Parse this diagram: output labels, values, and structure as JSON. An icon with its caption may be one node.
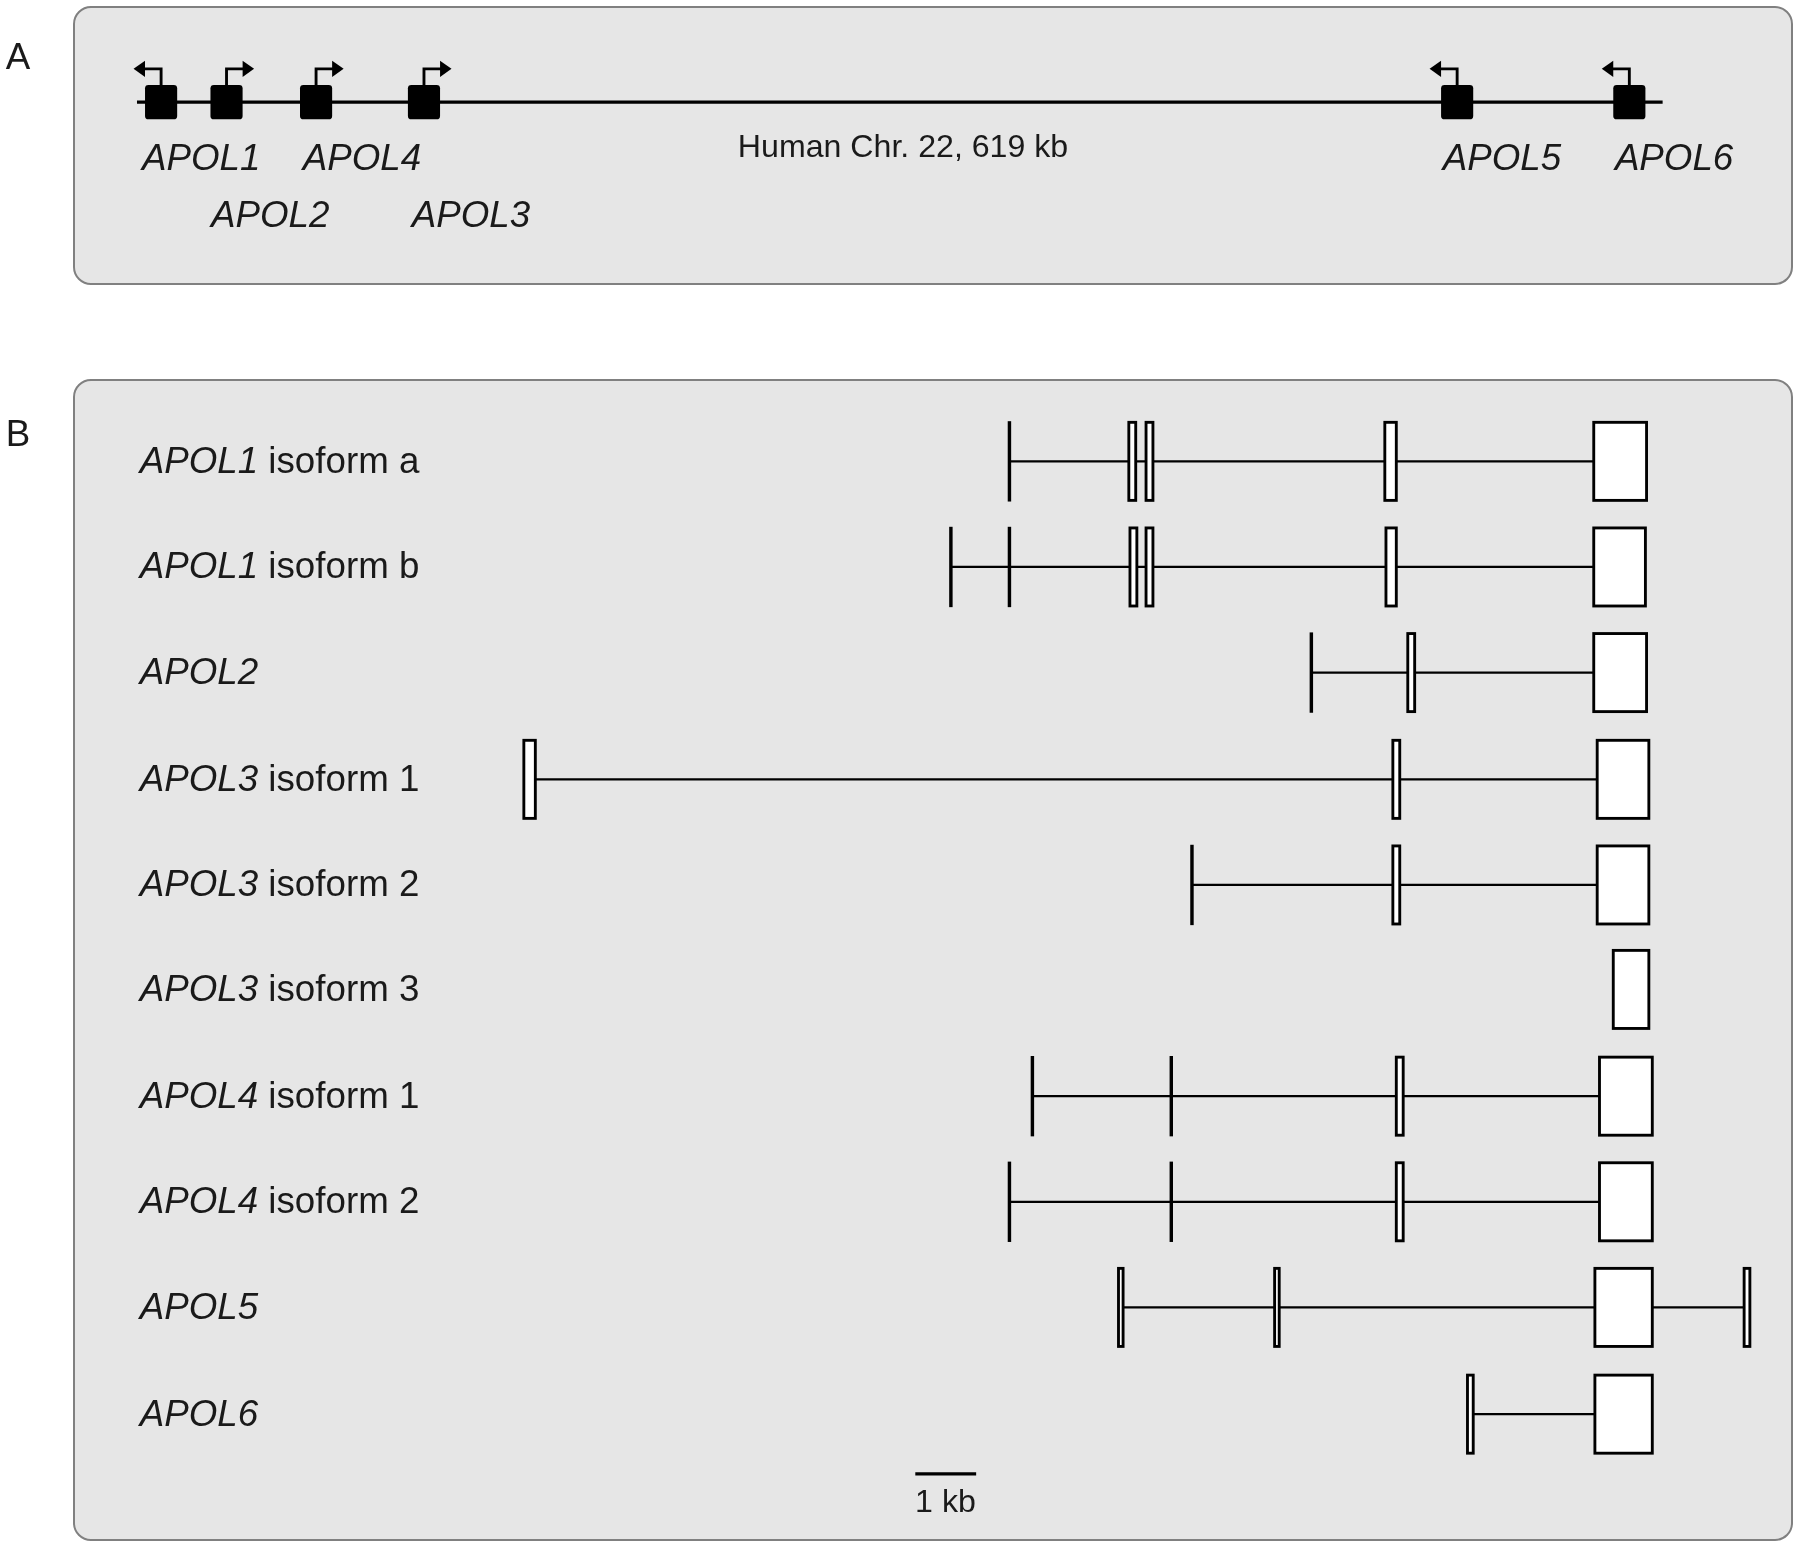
{
  "diagram": {
    "nodes": [
      {
        "text": [
          "APOL1",
          "APOL4",
          "Human Chr. 22, 619 kb",
          "APOL5",
          "APOL6",
          "APOL2",
          "APOL3"
        ]
      },
      {
        "text": [
          "*APOL1* isoform a",
          "*APOL1* isoform b",
          "*APOL2*",
          "*APOL3* isoform 1",
          "*APOL3* isoform 2",
          "*APOL3* isoform 3",
          "*APOL4* isoform 1",
          "*APOL4* isoform 2",
          "*APOL5*",
          "*APOL6*",
          "1 kb"
        ]
      }
    ],
    "labels": [
      "A",
      "B"
    ]
  }
}
